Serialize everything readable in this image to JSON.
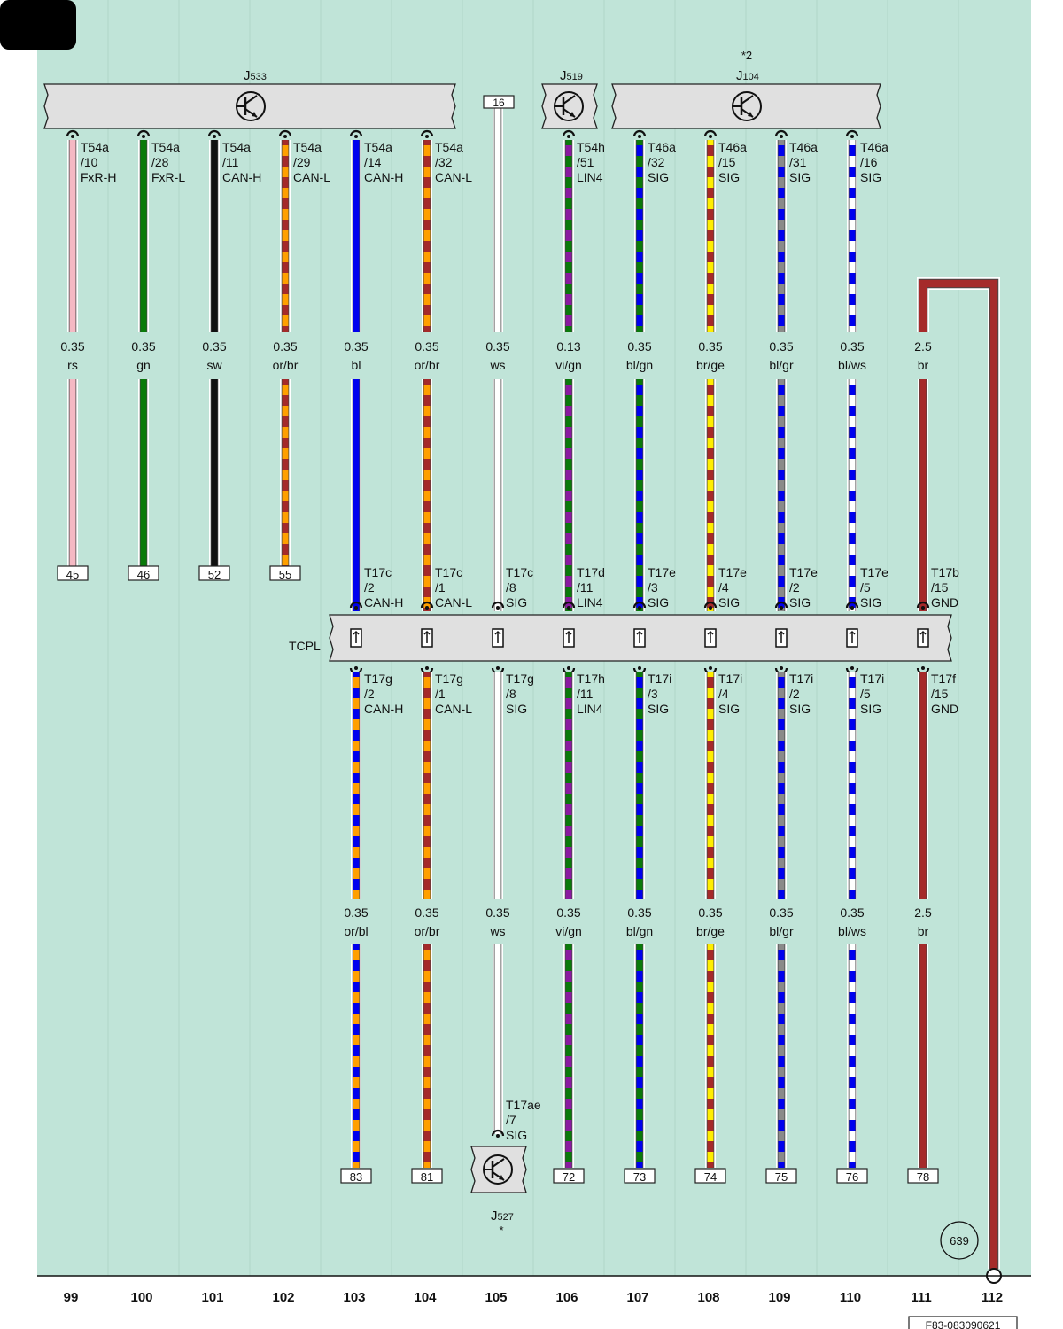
{
  "diagram_code": "F83-083090621",
  "page_ref": "639",
  "tcpl_label": "TCPL",
  "column_numbers": [
    "99",
    "100",
    "101",
    "102",
    "103",
    "104",
    "105",
    "106",
    "107",
    "108",
    "109",
    "110",
    "111",
    "112"
  ],
  "modules": {
    "j533": {
      "name": "J",
      "sub": "533"
    },
    "j519": {
      "name": "J",
      "sub": "519"
    },
    "j104": {
      "name": "J",
      "sub": "104",
      "note": "*2"
    },
    "j527": {
      "name": "J",
      "sub": "527",
      "note": "*"
    },
    "pin16": "16"
  },
  "wires": [
    {
      "col": 0,
      "colors": [
        "#f4b9c3"
      ],
      "white_core": false,
      "top": [
        "T54a",
        "/10",
        "FxR-H"
      ],
      "spec": [
        "0.35",
        "rs"
      ],
      "terminal": "45"
    },
    {
      "col": 1,
      "colors": [
        "#0a7a0a"
      ],
      "top": [
        "T54a",
        "/28",
        "FxR-L"
      ],
      "spec": [
        "0.35",
        "gn"
      ],
      "terminal": "46"
    },
    {
      "col": 2,
      "colors": [
        "#111111"
      ],
      "top": [
        "T54a",
        "/11",
        "CAN-H"
      ],
      "spec": [
        "0.35",
        "sw"
      ],
      "terminal": "52"
    },
    {
      "col": 3,
      "colors": [
        "#ff9f00",
        "#a52a2a"
      ],
      "top": [
        "T54a",
        "/29",
        "CAN-L"
      ],
      "spec": [
        "0.35",
        "or/br"
      ],
      "terminal": "55"
    },
    {
      "col": 4,
      "colors": [
        "#0000ee"
      ],
      "top": [
        "T54a",
        "/14",
        "CAN-H"
      ],
      "spec": [
        "0.35",
        "bl"
      ],
      "tcpl_top": [
        "T17c",
        "/2",
        "CAN-H"
      ],
      "tcpl_bottom": [
        "T17g",
        "/2",
        "CAN-H"
      ],
      "lower_colors": [
        "#ff9f00",
        "#0000ee"
      ],
      "spec2": [
        "0.35",
        "or/bl"
      ],
      "terminal": "83"
    },
    {
      "col": 5,
      "colors": [
        "#ff9f00",
        "#a52a2a"
      ],
      "top": [
        "T54a",
        "/32",
        "CAN-L"
      ],
      "spec": [
        "0.35",
        "or/br"
      ],
      "tcpl_top": [
        "T17c",
        "/1",
        "CAN-L"
      ],
      "tcpl_bottom": [
        "T17g",
        "/1",
        "CAN-L"
      ],
      "lower_colors": [
        "#ff9f00",
        "#a52a2a"
      ],
      "spec2": [
        "0.35",
        "or/br"
      ],
      "terminal": "81"
    },
    {
      "col": 6,
      "colors": [
        "#ffffff"
      ],
      "spec": [
        "0.35",
        "ws"
      ],
      "tcpl_top": [
        "T17c",
        "/8",
        "SIG"
      ],
      "tcpl_bottom": [
        "T17g",
        "/8",
        "SIG"
      ],
      "lower_colors": [
        "#ffffff"
      ],
      "spec2": [
        "0.35",
        "ws"
      ],
      "j527_pin": [
        "T17ae",
        "/7",
        "SIG"
      ]
    },
    {
      "col": 7,
      "colors": [
        "#8a1aa0",
        "#0a7a0a"
      ],
      "top": [
        "T54h",
        "/51",
        "LIN4"
      ],
      "spec": [
        "0.13",
        "vi/gn"
      ],
      "tcpl_top": [
        "T17d",
        "/11",
        "LIN4"
      ],
      "tcpl_bottom": [
        "T17h",
        "/11",
        "LIN4"
      ],
      "lower_colors": [
        "#8a1aa0",
        "#0a7a0a"
      ],
      "spec2": [
        "0.35",
        "vi/gn"
      ],
      "terminal": "72"
    },
    {
      "col": 8,
      "colors": [
        "#0000ee",
        "#0a7a0a"
      ],
      "top": [
        "T46a",
        "/32",
        "SIG"
      ],
      "spec": [
        "0.35",
        "bl/gn"
      ],
      "tcpl_top": [
        "T17e",
        "/3",
        "SIG"
      ],
      "tcpl_bottom": [
        "T17i",
        "/3",
        "SIG"
      ],
      "lower_colors": [
        "#0000ee",
        "#0a7a0a"
      ],
      "spec2": [
        "0.35",
        "bl/gn"
      ],
      "terminal": "73"
    },
    {
      "col": 9,
      "colors": [
        "#a52a2a",
        "#ffee00"
      ],
      "top": [
        "T46a",
        "/15",
        "SIG"
      ],
      "spec": [
        "0.35",
        "br/ge"
      ],
      "tcpl_top": [
        "T17e",
        "/4",
        "SIG"
      ],
      "tcpl_bottom": [
        "T17i",
        "/4",
        "SIG"
      ],
      "lower_colors": [
        "#a52a2a",
        "#ffee00"
      ],
      "spec2": [
        "0.35",
        "br/ge"
      ],
      "terminal": "74"
    },
    {
      "col": 10,
      "colors": [
        "#0000ee",
        "#8a8a8a"
      ],
      "top": [
        "T46a",
        "/31",
        "SIG"
      ],
      "spec": [
        "0.35",
        "bl/gr"
      ],
      "tcpl_top": [
        "T17e",
        "/2",
        "SIG"
      ],
      "tcpl_bottom": [
        "T17i",
        "/2",
        "SIG"
      ],
      "lower_colors": [
        "#0000ee",
        "#8a8a8a"
      ],
      "spec2": [
        "0.35",
        "bl/gr"
      ],
      "terminal": "75"
    },
    {
      "col": 11,
      "colors": [
        "#0000ee",
        "#ffffff"
      ],
      "top": [
        "T46a",
        "/16",
        "SIG"
      ],
      "spec": [
        "0.35",
        "bl/ws"
      ],
      "tcpl_top": [
        "T17e",
        "/5",
        "SIG"
      ],
      "tcpl_bottom": [
        "T17i",
        "/5",
        "SIG"
      ],
      "lower_colors": [
        "#0000ee",
        "#ffffff"
      ],
      "spec2": [
        "0.35",
        "bl/ws"
      ],
      "terminal": "76"
    },
    {
      "col": 12,
      "colors": [
        "#a52a2a"
      ],
      "spec": [
        "2.5",
        "br"
      ],
      "tcpl_top": [
        "T17b",
        "/15",
        "GND"
      ],
      "tcpl_bottom": [
        "T17f",
        "/15",
        "GND"
      ],
      "lower_colors": [
        "#a52a2a"
      ],
      "spec2": [
        "2.5",
        "br"
      ],
      "terminal": "78"
    }
  ],
  "colors": {
    "background": "#c0e4d8",
    "component_fill": "#e0e0e0",
    "ground_wire": "#a52a2a"
  }
}
